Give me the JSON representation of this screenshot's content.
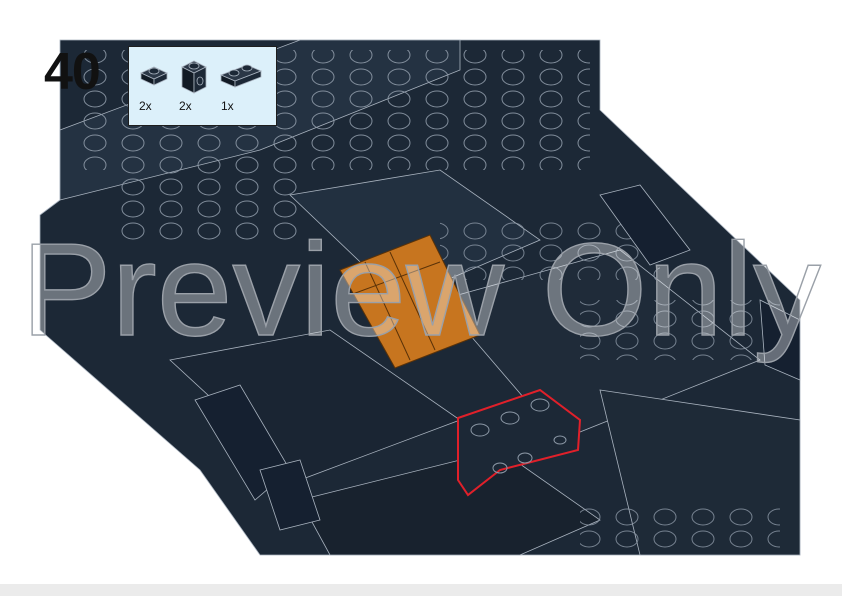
{
  "step": {
    "number": "40"
  },
  "parts_list": [
    {
      "icon": "plate-1x1-icon",
      "quantity": "2x"
    },
    {
      "icon": "brick-1x1-studs-side-icon",
      "quantity": "2x"
    },
    {
      "icon": "plate-1x2-icon",
      "quantity": "1x"
    }
  ],
  "watermark": {
    "text": "Preview Only"
  },
  "colors": {
    "model_dark": "#1c2836",
    "stud_outline": "#8c98a6",
    "highlight_piece": "#c7751f",
    "new_part_outline": "#e0202a",
    "callout_background": "#dcf0fa"
  }
}
